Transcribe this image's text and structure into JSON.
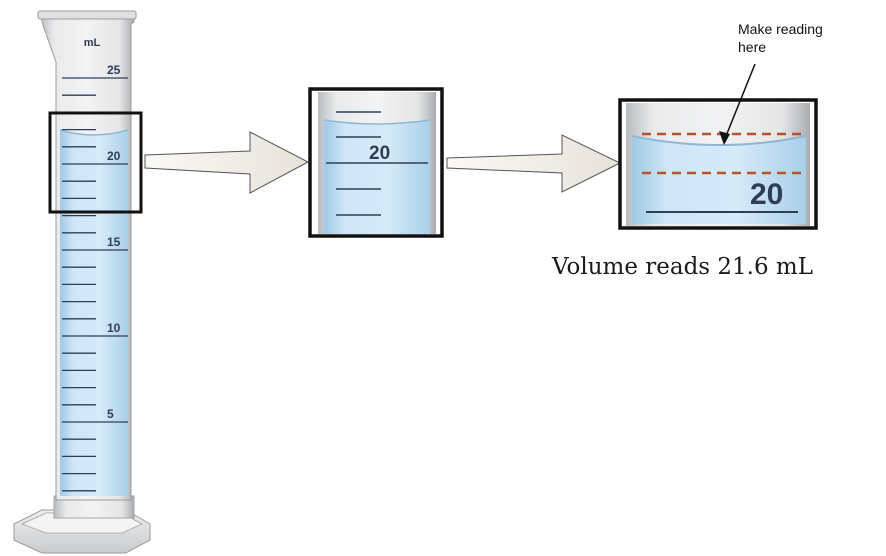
{
  "cylinder": {
    "unit_label": "mL",
    "scale_labels": [
      "25",
      "20",
      "15",
      "10",
      "5"
    ]
  },
  "zoom1": {
    "label": "20"
  },
  "zoom2": {
    "label": "20"
  },
  "annotation": {
    "text_line1": "Make reading",
    "text_line2": "here"
  },
  "caption": "Volume reads 21.6 mL",
  "colors": {
    "liquid": "#c4e0f4",
    "glass": "#e2e4e6",
    "mark": "#2f3e57",
    "dashed": "#b5532a",
    "frame": "#111111"
  }
}
